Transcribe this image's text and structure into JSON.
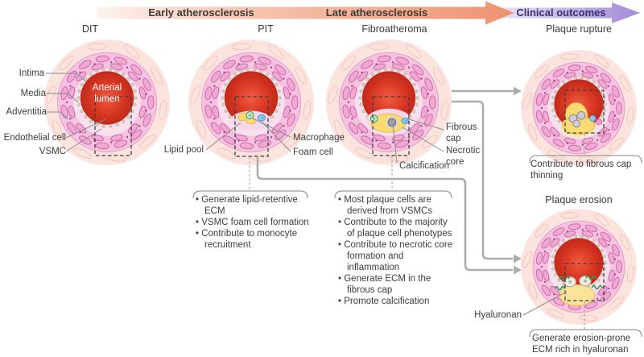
{
  "band": {
    "early": "Early atherosclerosis",
    "late": "Late atherosclerosis",
    "clinical": "Clinical outcomes"
  },
  "stage_titles": {
    "dit": "DIT",
    "pit": "PIT",
    "fibroatheroma": "Fibroatheroma",
    "plaque_rupture": "Plaque rupture",
    "plaque_erosion": "Plaque erosion"
  },
  "vessel_labels": {
    "intima": "Intima",
    "media": "Media",
    "adventitia": "Adventitia",
    "endothelial_cell": "Endothelial cell",
    "vsmc": "VSMC",
    "arterial_lumen": "Arterial lumen",
    "lipid_pool": "Lipid pool",
    "macrophage": "Macrophage",
    "foam_cell": "Foam cell",
    "fibrous_cap": "Fibrous cap",
    "necrotic_core": "Necrotic core",
    "calcification": "Calcification",
    "hyaluronan": "Hyaluronan"
  },
  "callouts": {
    "pit_bullets": [
      "Generate lipid-retentive ECM",
      "VSMC foam cell formation",
      "Contribute to monocyte recruitment"
    ],
    "fibroatheroma_bullets": [
      "Most plaque cells are derived from VSMCs",
      "Contribute to the majority of plaque cell phenotypes",
      "Contribute to necrotic core formation and inflammation",
      "Generate ECM in the fibrous cap",
      "Promote calcification"
    ],
    "rupture_note": "Contribute to fibrous cap thinning",
    "erosion_note": "Generate erosion-prone ECM rich in hyaluronan"
  },
  "colors": {
    "early_arrow": "#ee9372",
    "clinical_arrow": "#a289d6",
    "clinical_text": "#39306e",
    "lumen_red": "#d93a26",
    "adventitia_pink": "#fce4de",
    "media_pink": "#f5c2df",
    "media_cell_outline": "#cf68ac",
    "intima_pink": "#f8e0ee",
    "endothelium_tan": "#d9d3b4",
    "lipid_yellow": "#fadb72",
    "macrophage_green": "#55a86a",
    "foam_blue": "#92cdee",
    "calcification_gray": "#a29da5",
    "hyaluronan_green": "#2f9e53",
    "connector_gray": "#adadad",
    "text_dark": "#3d3d3d"
  }
}
